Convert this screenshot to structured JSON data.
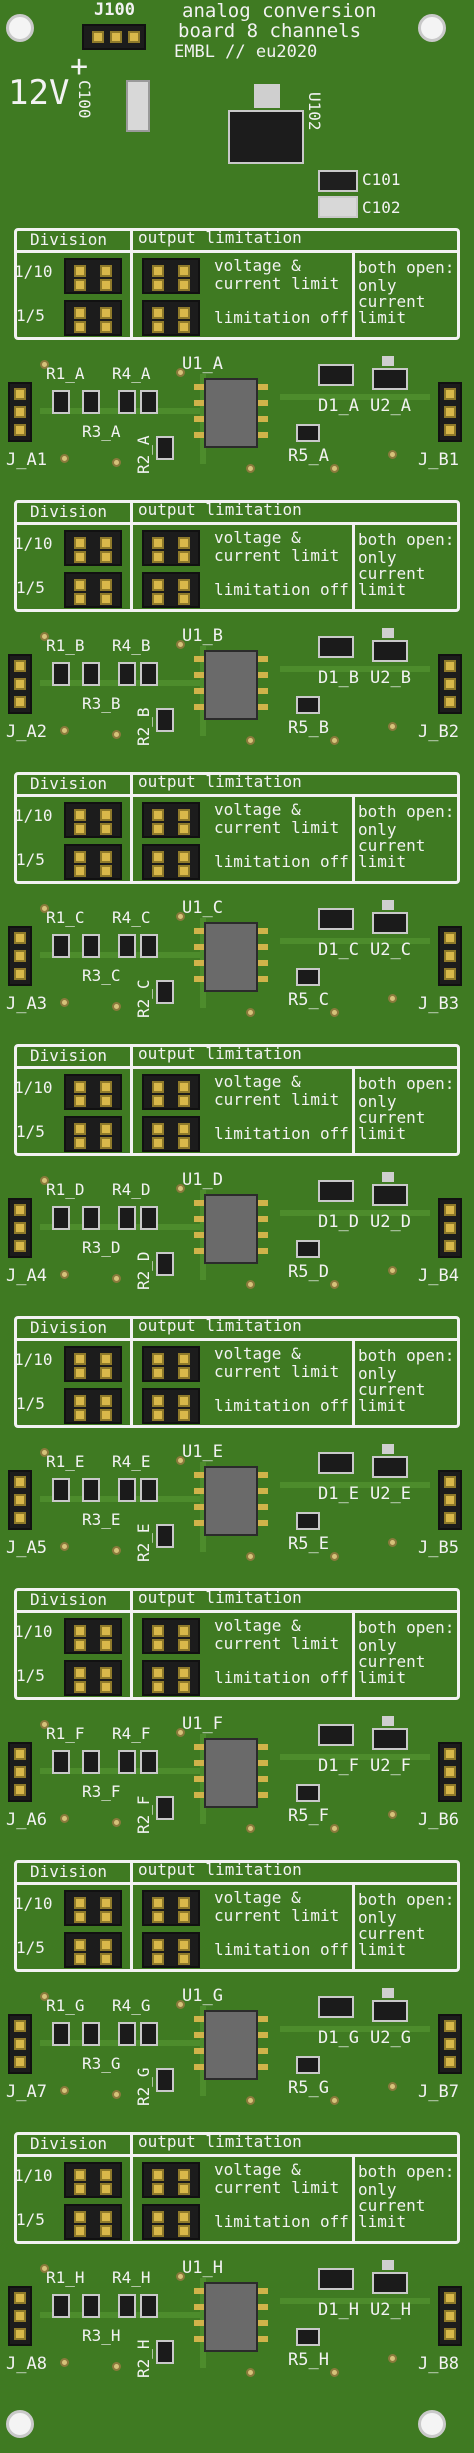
{
  "header": {
    "connector_label": "J100",
    "title_line1": "analog conversion",
    "title_line2": "board 8 channels",
    "credit": "EMBL // eu2020",
    "voltage_label": "12V",
    "plus_sign": "+",
    "c100_label": "C100",
    "u102_label": "U102",
    "c101_label": "C101",
    "c102_label": "C102"
  },
  "panel_text": {
    "division": "Division",
    "div_10": "1/10",
    "div_5": "1/5",
    "output_limitation": "output limitation",
    "voltage_line1": "voltage &",
    "voltage_line2": "current limit",
    "limitation_off": "limitation off",
    "both_open_1": "both open:",
    "both_open_2": "only",
    "both_open_3": "current",
    "both_open_4": "limit"
  },
  "channels": [
    {
      "id": "A",
      "j_a": "J_A1",
      "j_b": "J_B1",
      "r1": "R1_A",
      "r4": "R4_A",
      "r3": "R3_A",
      "r2": "R2_A",
      "u1": "U1_A",
      "r5": "R5_A",
      "d1": "D1_A",
      "u2": "U2_A"
    },
    {
      "id": "B",
      "j_a": "J_A2",
      "j_b": "J_B2",
      "r1": "R1_B",
      "r4": "R4_B",
      "r3": "R3_B",
      "r2": "R2_B",
      "u1": "U1_B",
      "r5": "R5_B",
      "d1": "D1_B",
      "u2": "U2_B"
    },
    {
      "id": "C",
      "j_a": "J_A3",
      "j_b": "J_B3",
      "r1": "R1_C",
      "r4": "R4_C",
      "r3": "R3_C",
      "r2": "R2_C",
      "u1": "U1_C",
      "r5": "R5_C",
      "d1": "D1_C",
      "u2": "U2_C"
    },
    {
      "id": "D",
      "j_a": "J_A4",
      "j_b": "J_B4",
      "r1": "R1_D",
      "r4": "R4_D",
      "r3": "R3_D",
      "r2": "R2_D",
      "u1": "U1_D",
      "r5": "R5_D",
      "d1": "D1_D",
      "u2": "U2_D"
    },
    {
      "id": "E",
      "j_a": "J_A5",
      "j_b": "J_B5",
      "r1": "R1_E",
      "r4": "R4_E",
      "r3": "R3_E",
      "r2": "R2_E",
      "u1": "U1_E",
      "r5": "R5_E",
      "d1": "D1_E",
      "u2": "U2_E"
    },
    {
      "id": "F",
      "j_a": "J_A6",
      "j_b": "J_B6",
      "r1": "R1_F",
      "r4": "R4_F",
      "r3": "R3_F",
      "r2": "R2_F",
      "u1": "U1_F",
      "r5": "R5_F",
      "d1": "D1_F",
      "u2": "U2_F"
    },
    {
      "id": "G",
      "j_a": "J_A7",
      "j_b": "J_B7",
      "r1": "R1_G",
      "r4": "R4_G",
      "r3": "R3_G",
      "r2": "R2_G",
      "u1": "U1_G",
      "r5": "R5_G",
      "d1": "D1_G",
      "u2": "U2_G"
    },
    {
      "id": "H",
      "j_a": "J_A8",
      "j_b": "J_B8",
      "r1": "R1_H",
      "r4": "R4_H",
      "r3": "R3_H",
      "r2": "R2_H",
      "u1": "U1_H",
      "r5": "R5_H",
      "d1": "D1_H",
      "u2": "U2_H"
    }
  ],
  "colors": {
    "board": "#3f7a22",
    "silkscreen": "#f2f2f2",
    "copper": "#d6c27a",
    "mount_hole": "#f4f4f4"
  }
}
